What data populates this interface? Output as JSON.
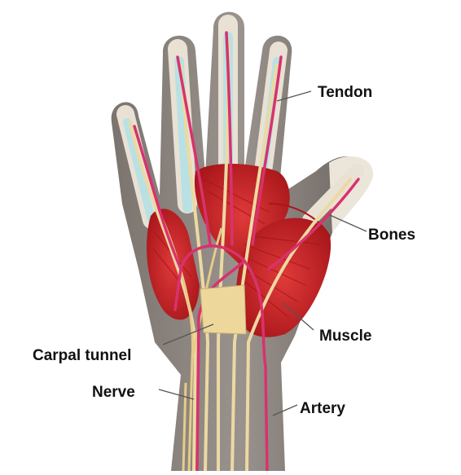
{
  "diagram": {
    "subject": "hand-anatomy-palm-view",
    "labels": {
      "tendon": "Tendon",
      "bones": "Bones",
      "muscle": "Muscle",
      "carpal_tunnel": "Carpal tunnel",
      "nerve": "Nerve",
      "artery": "Artery"
    },
    "colors": {
      "skin": "#8e8781",
      "skin_dark": "#6e6661",
      "muscle": "#d42a2c",
      "muscle_dark": "#a8181c",
      "tendon": "#ecd9a3",
      "tendon_sheath": "#b9e1e4",
      "nerve": "#e5cc88",
      "artery": "#d8326e",
      "ligament": "#eed79a",
      "leader_line": "#555555",
      "label_text": "#111111"
    }
  }
}
